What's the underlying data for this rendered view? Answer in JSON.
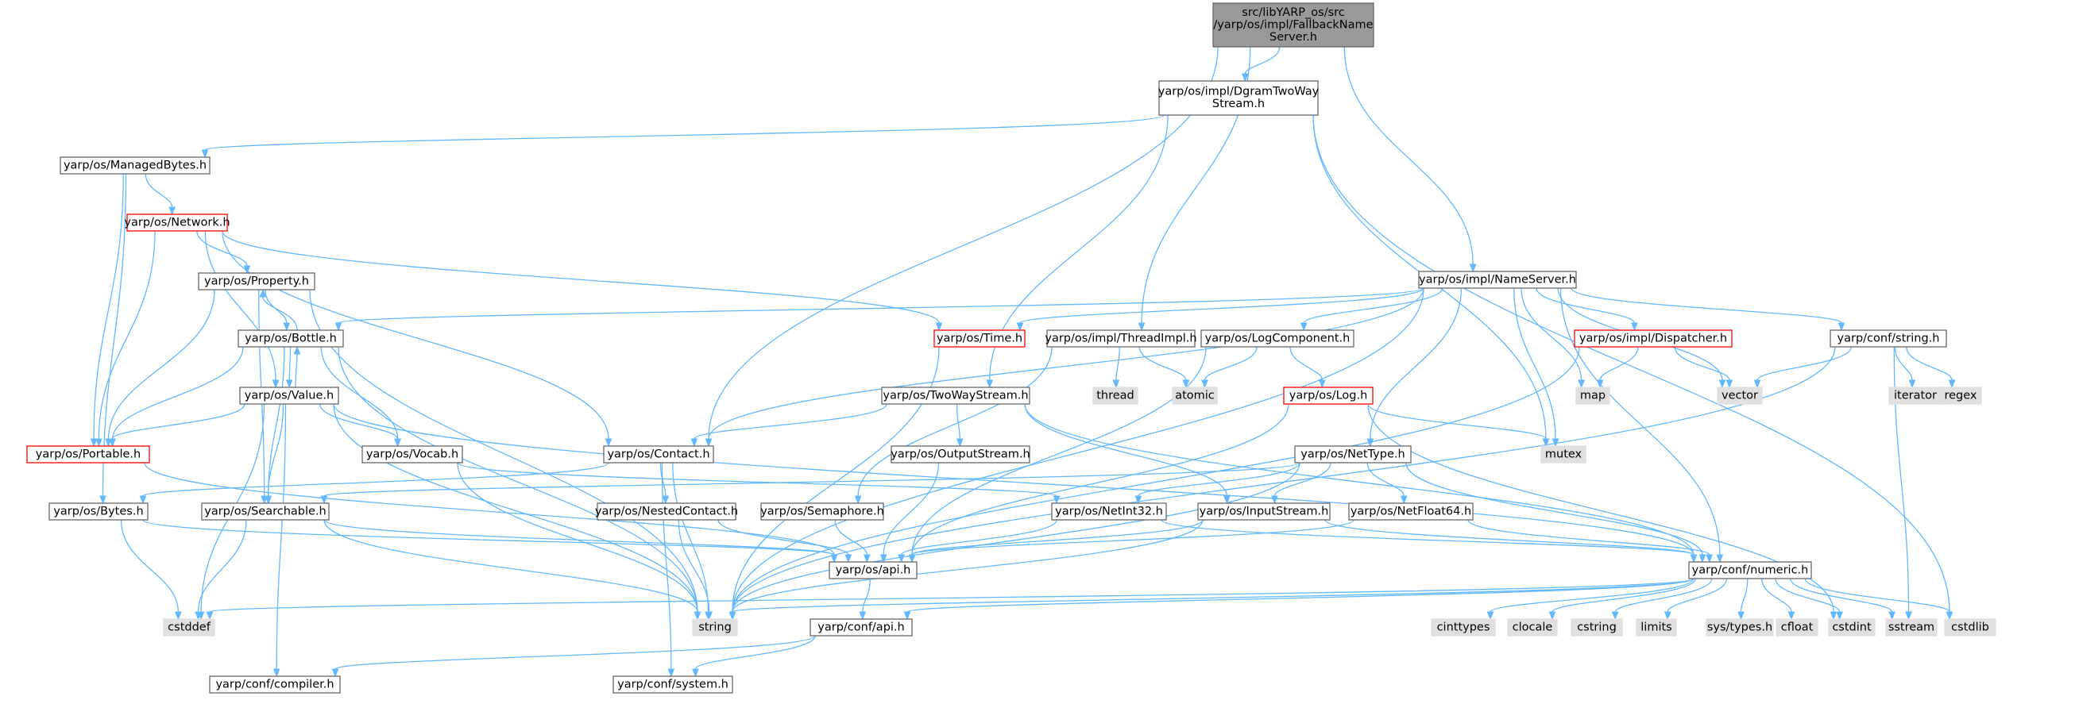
{
  "graph": {
    "colors": {
      "edge": "#63b8ff",
      "node_fill": "#ffffff",
      "node_border": "#666666",
      "root_fill": "#999999",
      "root_border": "#666666",
      "truncated_border": "#ff0000",
      "external_fill": "#e0e0e0",
      "external_border": "#e0e0e0"
    },
    "nodes": [
      {
        "id": "root",
        "lines": [
          "src/libYARP_os/src",
          "/yarp/os/impl/FallbackName",
          "Server.h"
        ],
        "kind": "root"
      },
      {
        "id": "dgram",
        "lines": [
          "yarp/os/impl/DgramTwoWay",
          "Stream.h"
        ],
        "kind": "normal"
      },
      {
        "id": "managedbytes",
        "lines": [
          "yarp/os/ManagedBytes.h"
        ],
        "kind": "normal"
      },
      {
        "id": "network",
        "lines": [
          "yarp/os/Network.h"
        ],
        "kind": "truncated"
      },
      {
        "id": "property",
        "lines": [
          "yarp/os/Property.h"
        ],
        "kind": "normal"
      },
      {
        "id": "bottle",
        "lines": [
          "yarp/os/Bottle.h"
        ],
        "kind": "normal"
      },
      {
        "id": "value",
        "lines": [
          "yarp/os/Value.h"
        ],
        "kind": "normal"
      },
      {
        "id": "portable",
        "lines": [
          "yarp/os/Portable.h"
        ],
        "kind": "truncated"
      },
      {
        "id": "vocab",
        "lines": [
          "yarp/os/Vocab.h"
        ],
        "kind": "normal"
      },
      {
        "id": "bytes",
        "lines": [
          "yarp/os/Bytes.h"
        ],
        "kind": "normal"
      },
      {
        "id": "searchable",
        "lines": [
          "yarp/os/Searchable.h"
        ],
        "kind": "normal"
      },
      {
        "id": "contact",
        "lines": [
          "yarp/os/Contact.h"
        ],
        "kind": "normal"
      },
      {
        "id": "nestedcontact",
        "lines": [
          "yarp/os/NestedContact.h"
        ],
        "kind": "normal"
      },
      {
        "id": "time",
        "lines": [
          "yarp/os/Time.h"
        ],
        "kind": "truncated"
      },
      {
        "id": "threadimpl",
        "lines": [
          "yarp/os/impl/ThreadImpl.h"
        ],
        "kind": "normal"
      },
      {
        "id": "twowaystream",
        "lines": [
          "yarp/os/TwoWayStream.h"
        ],
        "kind": "normal"
      },
      {
        "id": "outputstream",
        "lines": [
          "yarp/os/OutputStream.h"
        ],
        "kind": "normal"
      },
      {
        "id": "semaphore",
        "lines": [
          "yarp/os/Semaphore.h"
        ],
        "kind": "normal"
      },
      {
        "id": "api",
        "lines": [
          "yarp/os/api.h"
        ],
        "kind": "normal"
      },
      {
        "id": "confapi",
        "lines": [
          "yarp/conf/api.h"
        ],
        "kind": "normal"
      },
      {
        "id": "compiler",
        "lines": [
          "yarp/conf/compiler.h"
        ],
        "kind": "normal"
      },
      {
        "id": "system",
        "lines": [
          "yarp/conf/system.h"
        ],
        "kind": "normal"
      },
      {
        "id": "nameserver",
        "lines": [
          "yarp/os/impl/NameServer.h"
        ],
        "kind": "normal"
      },
      {
        "id": "logcomponent",
        "lines": [
          "yarp/os/LogComponent.h"
        ],
        "kind": "normal"
      },
      {
        "id": "log",
        "lines": [
          "yarp/os/Log.h"
        ],
        "kind": "truncated"
      },
      {
        "id": "dispatcher",
        "lines": [
          "yarp/os/impl/Dispatcher.h"
        ],
        "kind": "truncated"
      },
      {
        "id": "confstring",
        "lines": [
          "yarp/conf/string.h"
        ],
        "kind": "normal"
      },
      {
        "id": "nettype",
        "lines": [
          "yarp/os/NetType.h"
        ],
        "kind": "normal"
      },
      {
        "id": "netint32",
        "lines": [
          "yarp/os/NetInt32.h"
        ],
        "kind": "normal"
      },
      {
        "id": "inputstream",
        "lines": [
          "yarp/os/InputStream.h"
        ],
        "kind": "normal"
      },
      {
        "id": "netfloat64",
        "lines": [
          "yarp/os/NetFloat64.h"
        ],
        "kind": "normal"
      },
      {
        "id": "numeric",
        "lines": [
          "yarp/conf/numeric.h"
        ],
        "kind": "normal"
      },
      {
        "id": "thread",
        "lines": [
          "thread"
        ],
        "kind": "external"
      },
      {
        "id": "atomic",
        "lines": [
          "atomic"
        ],
        "kind": "external"
      },
      {
        "id": "map",
        "lines": [
          "map"
        ],
        "kind": "external"
      },
      {
        "id": "vector",
        "lines": [
          "vector"
        ],
        "kind": "external"
      },
      {
        "id": "iterator",
        "lines": [
          "iterator"
        ],
        "kind": "external"
      },
      {
        "id": "regex",
        "lines": [
          "regex"
        ],
        "kind": "external"
      },
      {
        "id": "mutex",
        "lines": [
          "mutex"
        ],
        "kind": "external"
      },
      {
        "id": "string",
        "lines": [
          "string"
        ],
        "kind": "external"
      },
      {
        "id": "cstddef",
        "lines": [
          "cstddef"
        ],
        "kind": "external"
      },
      {
        "id": "cinttypes",
        "lines": [
          "cinttypes"
        ],
        "kind": "external"
      },
      {
        "id": "clocale",
        "lines": [
          "clocale"
        ],
        "kind": "external"
      },
      {
        "id": "cstring",
        "lines": [
          "cstring"
        ],
        "kind": "external"
      },
      {
        "id": "limits",
        "lines": [
          "limits"
        ],
        "kind": "external"
      },
      {
        "id": "systypes",
        "lines": [
          "sys/types.h"
        ],
        "kind": "external"
      },
      {
        "id": "cfloat",
        "lines": [
          "cfloat"
        ],
        "kind": "external"
      },
      {
        "id": "cstdint",
        "lines": [
          "cstdint"
        ],
        "kind": "external"
      },
      {
        "id": "sstream",
        "lines": [
          "sstream"
        ],
        "kind": "external"
      },
      {
        "id": "cstdlib",
        "lines": [
          "cstdlib"
        ],
        "kind": "external"
      }
    ],
    "edges": [
      [
        "root",
        "dgram"
      ],
      [
        "root",
        "contact"
      ],
      [
        "root",
        "nameserver"
      ],
      [
        "root",
        "threadimpl"
      ],
      [
        "dgram",
        "managedbytes"
      ],
      [
        "dgram",
        "twowaystream"
      ],
      [
        "dgram",
        "mutex"
      ],
      [
        "dgram",
        "cstdlib"
      ],
      [
        "managedbytes",
        "network"
      ],
      [
        "managedbytes",
        "portable"
      ],
      [
        "managedbytes",
        "bytes"
      ],
      [
        "network",
        "property"
      ],
      [
        "network",
        "value"
      ],
      [
        "network",
        "portable"
      ],
      [
        "network",
        "contact"
      ],
      [
        "network",
        "time"
      ],
      [
        "property",
        "bottle"
      ],
      [
        "property",
        "portable"
      ],
      [
        "property",
        "searchable"
      ],
      [
        "property",
        "string"
      ],
      [
        "bottle",
        "property"
      ],
      [
        "bottle",
        "value"
      ],
      [
        "bottle",
        "portable"
      ],
      [
        "bottle",
        "vocab"
      ],
      [
        "bottle",
        "searchable"
      ],
      [
        "bottle",
        "string"
      ],
      [
        "value",
        "bottle"
      ],
      [
        "value",
        "portable"
      ],
      [
        "value",
        "vocab"
      ],
      [
        "value",
        "searchable"
      ],
      [
        "value",
        "string"
      ],
      [
        "value",
        "cstddef"
      ],
      [
        "value",
        "compiler"
      ],
      [
        "value",
        "numeric"
      ],
      [
        "portable",
        "api"
      ],
      [
        "vocab",
        "netint32"
      ],
      [
        "vocab",
        "string"
      ],
      [
        "bytes",
        "api"
      ],
      [
        "bytes",
        "cstddef"
      ],
      [
        "searchable",
        "api"
      ],
      [
        "searchable",
        "cstddef"
      ],
      [
        "searchable",
        "string"
      ],
      [
        "contact",
        "nestedcontact"
      ],
      [
        "contact",
        "string"
      ],
      [
        "contact",
        "bytes"
      ],
      [
        "contact",
        "system"
      ],
      [
        "nestedcontact",
        "api"
      ],
      [
        "nestedcontact",
        "string"
      ],
      [
        "time",
        "string"
      ],
      [
        "threadimpl",
        "thread"
      ],
      [
        "threadimpl",
        "atomic"
      ],
      [
        "threadimpl",
        "semaphore"
      ],
      [
        "twowaystream",
        "contact"
      ],
      [
        "twowaystream",
        "outputstream"
      ],
      [
        "twowaystream",
        "inputstream"
      ],
      [
        "twowaystream",
        "numeric"
      ],
      [
        "outputstream",
        "api"
      ],
      [
        "semaphore",
        "api"
      ],
      [
        "api",
        "confapi"
      ],
      [
        "confapi",
        "compiler"
      ],
      [
        "confapi",
        "system"
      ],
      [
        "nameserver",
        "bottle"
      ],
      [
        "nameserver",
        "contact"
      ],
      [
        "nameserver",
        "time"
      ],
      [
        "nameserver",
        "logcomponent"
      ],
      [
        "nameserver",
        "dispatcher"
      ],
      [
        "nameserver",
        "confstring"
      ],
      [
        "nameserver",
        "nettype"
      ],
      [
        "nameserver",
        "numeric"
      ],
      [
        "nameserver",
        "map"
      ],
      [
        "nameserver",
        "vector"
      ],
      [
        "nameserver",
        "mutex"
      ],
      [
        "nameserver",
        "string"
      ],
      [
        "logcomponent",
        "atomic"
      ],
      [
        "logcomponent",
        "log"
      ],
      [
        "logcomponent",
        "api"
      ],
      [
        "log",
        "api"
      ],
      [
        "log",
        "mutex"
      ],
      [
        "log",
        "cstdint"
      ],
      [
        "dispatcher",
        "map"
      ],
      [
        "dispatcher",
        "vector"
      ],
      [
        "dispatcher",
        "string"
      ],
      [
        "confstring",
        "vector"
      ],
      [
        "confstring",
        "iterator"
      ],
      [
        "confstring",
        "regex"
      ],
      [
        "confstring",
        "sstream"
      ],
      [
        "confstring",
        "string"
      ],
      [
        "nettype",
        "netint32"
      ],
      [
        "nettype",
        "inputstream"
      ],
      [
        "nettype",
        "netfloat64"
      ],
      [
        "nettype",
        "numeric"
      ],
      [
        "nettype",
        "searchable"
      ],
      [
        "nettype",
        "string"
      ],
      [
        "netint32",
        "api"
      ],
      [
        "netint32",
        "numeric"
      ],
      [
        "inputstream",
        "api"
      ],
      [
        "inputstream",
        "numeric"
      ],
      [
        "inputstream",
        "string"
      ],
      [
        "netfloat64",
        "api"
      ],
      [
        "netfloat64",
        "numeric"
      ],
      [
        "numeric",
        "confapi"
      ],
      [
        "numeric",
        "string"
      ],
      [
        "numeric",
        "cstddef"
      ],
      [
        "numeric",
        "cinttypes"
      ],
      [
        "numeric",
        "clocale"
      ],
      [
        "numeric",
        "cstring"
      ],
      [
        "numeric",
        "limits"
      ],
      [
        "numeric",
        "systypes"
      ],
      [
        "numeric",
        "cfloat"
      ],
      [
        "numeric",
        "cstdint"
      ],
      [
        "numeric",
        "sstream"
      ],
      [
        "numeric",
        "cstdlib"
      ]
    ]
  }
}
